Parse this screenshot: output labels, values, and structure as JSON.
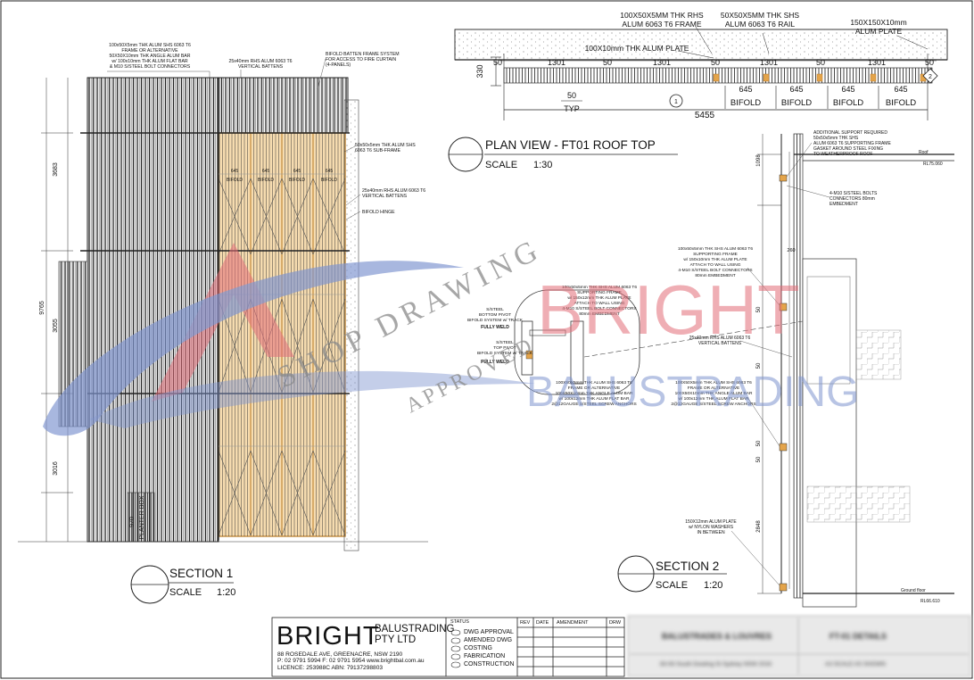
{
  "plan_view": {
    "title": "PLAN VIEW - FT01 ROOF TOP",
    "scale_label": "SCALE",
    "scale_value": "1:30",
    "callouts": {
      "frame": "100X50X5MM THK RHS ALUM 6063 T6 FRAME",
      "rail": "50X50X5MM THK SHS ALUM 6063 T6 RAIL",
      "plate_top": "150X150X10mm ALUM PLATE",
      "plate_thin": "100X10mm THK ALUM PLATE"
    },
    "dims_top": [
      "50",
      "1301",
      "50",
      "1301",
      "50",
      "1301",
      "50",
      "1301",
      "50"
    ],
    "dims_panels": [
      "645",
      "645",
      "645",
      "645"
    ],
    "panel_labels": [
      "BIFOLD",
      "BIFOLD",
      "BIFOLD",
      "BIFOLD"
    ],
    "dim_330": "330",
    "dim_50": "50",
    "dim_typ": "TYP",
    "dim_total": "5455",
    "markers": [
      "1",
      "2"
    ]
  },
  "section1": {
    "title": "SECTION 1",
    "scale_label": "SCALE",
    "scale_value": "1:20",
    "callouts": [
      "100x50X5mm THK ALUM SHS 6063 T6 FRAME OR ALTERNATIVE 50X50X10mm THK ANGLE ALUM BAR w/ 100x10mm THK ALUM FLAT BAR & M10 S/STEEL BOLT CONNECTORS",
      "25x40mm RHS ALUM 6063 T6 VERTICAL BATTENS",
      "BIFOLD BATTEN FRAME SYSTEM FOR ACCESS TO FIRE CURTAIN (4-PANELS)",
      "50x50x5mm THK ALUM SHS 6063 T6 SUB-FRAME",
      "25x40mm RHS ALUM 6063 T6 VERTICAL BATTENS",
      "BIFOLD HINGE"
    ],
    "dims_vertical": [
      "3683",
      "3055",
      "3016",
      "9765",
      "970"
    ],
    "planter_label": "PLANTER BOX",
    "panel_dims": [
      "645",
      "645",
      "645",
      "645"
    ],
    "panel_labels": [
      "BIFOLD",
      "BIFOLD",
      "BIFOLD",
      "BIFOLD"
    ]
  },
  "section2": {
    "title": "SECTION 2",
    "scale_label": "SCALE",
    "scale_value": "1:20",
    "callouts": [
      "ADDITIONAL SUPPORT REQUIRED 50x50x5mm THK SHS ALUM 6063 T6 SUPPORTING FRAME GASKET AROUND STEEL FIXING TO WEATHERPROOF ROOF",
      "4-M10 S/STEEL BOLTS CONNECTORS 80mm EMBEDMENT",
      "100x50x5mm THK SHS ALUM 6063 T6 SUPPORTING FRAME w/ 150x10mm THK ALUM PLATE ATTACH TO WALL USING 4-M10 S/STEEL BOLT CONNECTORS 80mm EMBEDMENT",
      "25x40mm RHS ALUM 6063 T6 VERTICAL BATTENS",
      "100X50X5mm THK ALUM SHS 6063 T6 FRAME OR ALTERNATIVE 100X50X10mm THK ANGLE ALUM BAR w/ 100x12mm THK ALUM FLAT BAR 2@12GAUGE S/STEEL SCREW ANCHORS",
      "150X12mm ALUM PLATE w/ NYLON WASHERS IN BETWEEN"
    ],
    "dims": [
      "1098",
      "260",
      "50",
      "2848",
      "50",
      "50",
      "50"
    ],
    "roof_label": "Roof",
    "roof_level": "RL75.060",
    "ground_label": "Ground floor",
    "ground_level": "RL66.610"
  },
  "detail": {
    "callouts": [
      "100x50x5mm THK SHS ALUM 6063 T6 SUPPORTING FRAME w/ 150x12mm THK ALUM PLATE ATTACH TO WALL USING 4-M10 S/STEEL BOLT CONNECTORS 80mm EMBEDMENT",
      "S/STEEL BOTTOM PIVOT BIFOLD SYSTEM w/ TRACK",
      "FULLY WELD",
      "S/STEEL TOP PIVOT BIFOLD SYSTEM w/ TRACK",
      "FULLY WELD",
      "100X50X5mm THK ALUM SHS 6063 T6 FRAME OR ALTERNATIVE 100X50X10mm THK ANGLE ALUM BAR w/ 100x12mm THK ALUM FLAT BAR 2@12GAUGE S/STEEL SCREW ANCHORS"
    ]
  },
  "watermark": {
    "stamp_line1": "SHOP DRAWING",
    "stamp_line2": "APPROVED",
    "brand_line1": "BRIGHT",
    "brand_line2": "BALUSTRADING"
  },
  "title_block": {
    "company_big": "BRIGHT",
    "company_small_1": "BALUSTRADING",
    "company_small_2": "PTY LTD",
    "address": "88 ROSEDALE AVE, GREENACRE, NSW 2190",
    "phone": "P: 02 9791 5994  F: 02 9791 5954  www.brightbal.com.au",
    "licence": "LICENCE: 253988C  ABN: 79137298803",
    "status_header": "STATUS",
    "status_items": [
      "DWG APPROVAL",
      "AMENDED DWG",
      "COSTING",
      "FABRICATION",
      "CONSTRUCTION"
    ],
    "rev_headers": [
      "REV",
      "DATE",
      "AMENDMENT",
      "DRW"
    ],
    "blurred_project": "BALUSTRADES & LOUVRES",
    "blurred_drawing": "FT-01 DETAILS",
    "blurred_address": "83-93 South Dowling St Sydney NSW 2016",
    "blurred_ref": "A3 SCALE AS SHOWN"
  },
  "colors": {
    "line": "#111111",
    "panel_fill": "#f6dcb0",
    "panel_frame": "#d6a35a",
    "watermark_red": "#e26d78",
    "watermark_blue": "#7f95cf",
    "stamp_gray": "#8a8a8a"
  }
}
